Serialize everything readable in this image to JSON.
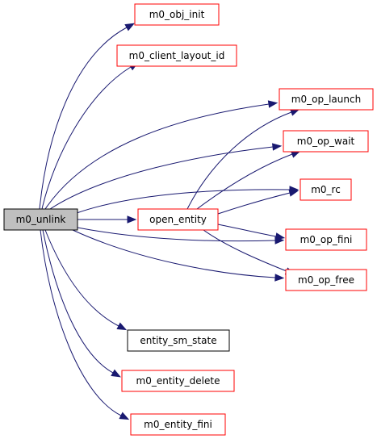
{
  "diagram": {
    "nodes": {
      "m0_unlink": {
        "label": "m0_unlink",
        "kind": "root"
      },
      "m0_obj_init": {
        "label": "m0_obj_init",
        "kind": "red"
      },
      "m0_client_layout_id": {
        "label": "m0_client_layout_id",
        "kind": "red"
      },
      "m0_op_launch": {
        "label": "m0_op_launch",
        "kind": "red"
      },
      "m0_op_wait": {
        "label": "m0_op_wait",
        "kind": "red"
      },
      "m0_rc": {
        "label": "m0_rc",
        "kind": "red"
      },
      "open_entity": {
        "label": "open_entity",
        "kind": "red"
      },
      "m0_op_fini": {
        "label": "m0_op_fini",
        "kind": "red"
      },
      "m0_op_free": {
        "label": "m0_op_free",
        "kind": "red"
      },
      "entity_sm_state": {
        "label": "entity_sm_state",
        "kind": "black"
      },
      "m0_entity_delete": {
        "label": "m0_entity_delete",
        "kind": "red"
      },
      "m0_entity_fini": {
        "label": "m0_entity_fini",
        "kind": "red"
      }
    },
    "edges": [
      {
        "from": "m0_unlink",
        "to": "m0_obj_init"
      },
      {
        "from": "m0_unlink",
        "to": "m0_client_layout_id"
      },
      {
        "from": "m0_unlink",
        "to": "m0_op_launch"
      },
      {
        "from": "m0_unlink",
        "to": "m0_op_wait"
      },
      {
        "from": "m0_unlink",
        "to": "m0_rc"
      },
      {
        "from": "m0_unlink",
        "to": "open_entity"
      },
      {
        "from": "m0_unlink",
        "to": "m0_op_fini"
      },
      {
        "from": "m0_unlink",
        "to": "m0_op_free"
      },
      {
        "from": "m0_unlink",
        "to": "entity_sm_state"
      },
      {
        "from": "m0_unlink",
        "to": "m0_entity_delete"
      },
      {
        "from": "m0_unlink",
        "to": "m0_entity_fini"
      },
      {
        "from": "open_entity",
        "to": "m0_op_launch"
      },
      {
        "from": "open_entity",
        "to": "m0_op_wait"
      },
      {
        "from": "open_entity",
        "to": "m0_rc"
      },
      {
        "from": "open_entity",
        "to": "m0_op_fini"
      },
      {
        "from": "open_entity",
        "to": "m0_op_free"
      }
    ]
  }
}
